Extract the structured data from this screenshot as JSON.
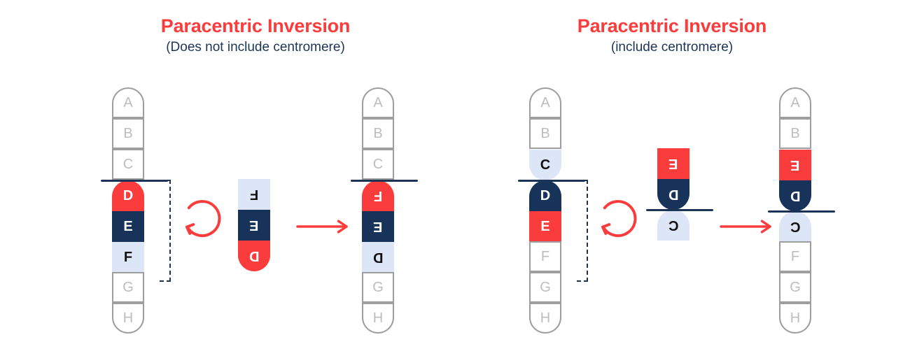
{
  "panels": [
    {
      "title_main": "Paracentric Inversion",
      "title_sub": "(Does not include centromere)",
      "before_chromosome": {
        "bands": [
          {
            "label": "A",
            "style": "outline",
            "shape": "top"
          },
          {
            "label": "B",
            "style": "outline",
            "shape": "mid"
          },
          {
            "label": "C",
            "style": "outline",
            "shape": "mid"
          },
          {
            "label": "D",
            "style": "red",
            "shape": "rtop"
          },
          {
            "label": "E",
            "style": "navy",
            "shape": "mid"
          },
          {
            "label": "F",
            "style": "blue",
            "shape": "mid"
          },
          {
            "label": "G",
            "style": "outline",
            "shape": "mid"
          },
          {
            "label": "H",
            "style": "outline",
            "shape": "bottom"
          }
        ]
      },
      "inverted_segment": {
        "bands": [
          {
            "label": "F",
            "style": "blue",
            "shape": "mid",
            "flipped": true
          },
          {
            "label": "E",
            "style": "navy",
            "shape": "mid",
            "flipped": true
          },
          {
            "label": "D",
            "style": "red",
            "shape": "rbottom",
            "flipped": true
          }
        ]
      },
      "after_chromosome": {
        "bands": [
          {
            "label": "A",
            "style": "outline",
            "shape": "top"
          },
          {
            "label": "B",
            "style": "outline",
            "shape": "mid"
          },
          {
            "label": "C",
            "style": "outline",
            "shape": "mid"
          },
          {
            "label": "F",
            "style": "red",
            "shape": "rtop",
            "flipped": true
          },
          {
            "label": "E",
            "style": "navy",
            "shape": "mid",
            "flipped": true
          },
          {
            "label": "D",
            "style": "blue",
            "shape": "mid",
            "flipped": true
          },
          {
            "label": "G",
            "style": "outline",
            "shape": "mid"
          },
          {
            "label": "H",
            "style": "outline",
            "shape": "bottom"
          }
        ]
      }
    },
    {
      "title_main": "Paracentric Inversion",
      "title_sub": "(include centromere)",
      "before_chromosome": {
        "bands": [
          {
            "label": "A",
            "style": "outline",
            "shape": "top"
          },
          {
            "label": "B",
            "style": "outline",
            "shape": "mid"
          },
          {
            "label": "C",
            "style": "blue",
            "shape": "rbottom"
          },
          {
            "label": "D",
            "style": "navy",
            "shape": "rtop"
          },
          {
            "label": "E",
            "style": "red",
            "shape": "mid"
          },
          {
            "label": "F",
            "style": "outline",
            "shape": "mid"
          },
          {
            "label": "G",
            "style": "outline",
            "shape": "mid"
          },
          {
            "label": "H",
            "style": "outline",
            "shape": "bottom"
          }
        ]
      },
      "inverted_segment": {
        "bands": [
          {
            "label": "E",
            "style": "red",
            "shape": "mid",
            "flipped": true
          },
          {
            "label": "D",
            "style": "navy",
            "shape": "rbottom",
            "flipped": true
          },
          {
            "label": "C",
            "style": "blue",
            "shape": "rtop",
            "flipped": true
          }
        ]
      },
      "after_chromosome": {
        "bands": [
          {
            "label": "A",
            "style": "outline",
            "shape": "top"
          },
          {
            "label": "B",
            "style": "outline",
            "shape": "mid"
          },
          {
            "label": "E",
            "style": "red",
            "shape": "mid",
            "flipped": true
          },
          {
            "label": "D",
            "style": "navy",
            "shape": "rbottom",
            "flipped": true
          },
          {
            "label": "C",
            "style": "blue",
            "shape": "rtop",
            "flipped": true
          },
          {
            "label": "F",
            "style": "outline",
            "shape": "mid"
          },
          {
            "label": "G",
            "style": "outline",
            "shape": "mid"
          },
          {
            "label": "H",
            "style": "outline",
            "shape": "bottom"
          }
        ]
      }
    }
  ],
  "colors": {
    "accent_red": "#FA3C3C",
    "navy": "#17335A",
    "light_blue": "#DDE6F7",
    "outline_gray": "#9E9E9E",
    "outline_text": "#BDBDBD",
    "title_sub": "#1C3557",
    "background": "#FFFFFF"
  }
}
